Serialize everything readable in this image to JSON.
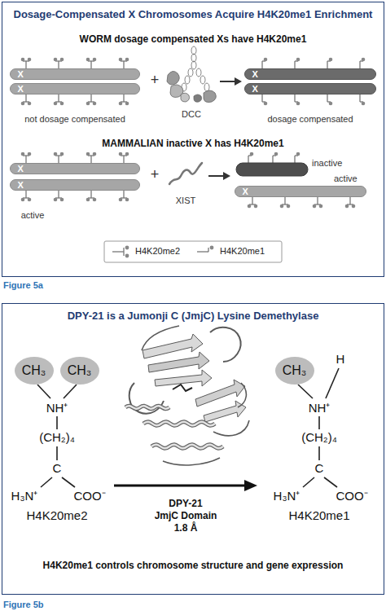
{
  "diagram": {
    "nodes": [
      {
        "text": [
          "Dosage-Compensated X Chromosomes Acquire H4K20me1 Enrichment"
        ]
      },
      {
        "text": [
          "X"
        ],
        "in": 0
      },
      {
        "text": [
          "X"
        ],
        "in": 0
      },
      {
        "text": [
          "X"
        ],
        "in": 0
      },
      {
        "text": [
          "X"
        ],
        "in": 0
      },
      {
        "text": [
          "X"
        ],
        "in": 0
      },
      {
        "text": [
          "X"
        ],
        "in": 0
      },
      {
        "text": [
          "X"
        ],
        "in": 0
      },
      {
        "text": [
          "DPY-21 is a Jumonji C (JmjC) Lysine Demethylase"
        ]
      },
      {
        "text": [
          "CH₃"
        ],
        "in": 8
      },
      {
        "text": [
          "CH₃"
        ],
        "in": 8
      },
      {
        "text": [
          "CH₃"
        ],
        "in": 8
      }
    ],
    "labels": [
      "WORM dosage compensated Xs have H4K20me1",
      "+",
      "DCC",
      "not dosage compensated",
      "dosage compensated",
      "MAMMALIAN inactive X has H4K20me1",
      "active",
      "+",
      "XIST",
      "inactive",
      "active",
      "Figure 5a",
      "NH⁺",
      "(CH₂)₄",
      "C",
      "H₃N⁺",
      "COO⁻",
      "H4K20me2",
      "DPY-21",
      "JmjC Domain",
      "1.8 Å",
      "H",
      "NH⁺",
      "(CH₂)₄",
      "C",
      "H₃N⁺",
      "COO⁻",
      "H4K20me1",
      "H4K20me1 controls chromosome structure and gene expression",
      "Figure 5b"
    ],
    "legend": [
      {
        "text": "H4K20me2"
      },
      {
        "text": "H4K20me1"
      }
    ]
  }
}
